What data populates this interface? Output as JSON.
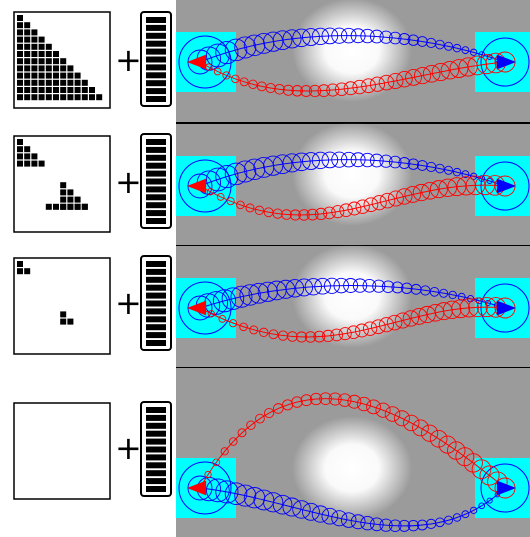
{
  "plus_symbol": "+",
  "colors": {
    "background_panel": "#9b9b9b",
    "obstacle_glow": "#ffffff",
    "target_region": "#00ffff",
    "blue_trajectory": "#0000ff",
    "red_trajectory": "#ff0000",
    "divider": "#000000",
    "matrix_cell": "#000000"
  },
  "rows": [
    {
      "id": "row-1",
      "matrix_pattern": "lower-triangular"
    },
    {
      "id": "row-2",
      "matrix_pattern": "block-diagonal-3"
    },
    {
      "id": "row-3",
      "matrix_pattern": "block-diagonal-sparse"
    },
    {
      "id": "row-4",
      "matrix_pattern": "empty"
    }
  ]
}
